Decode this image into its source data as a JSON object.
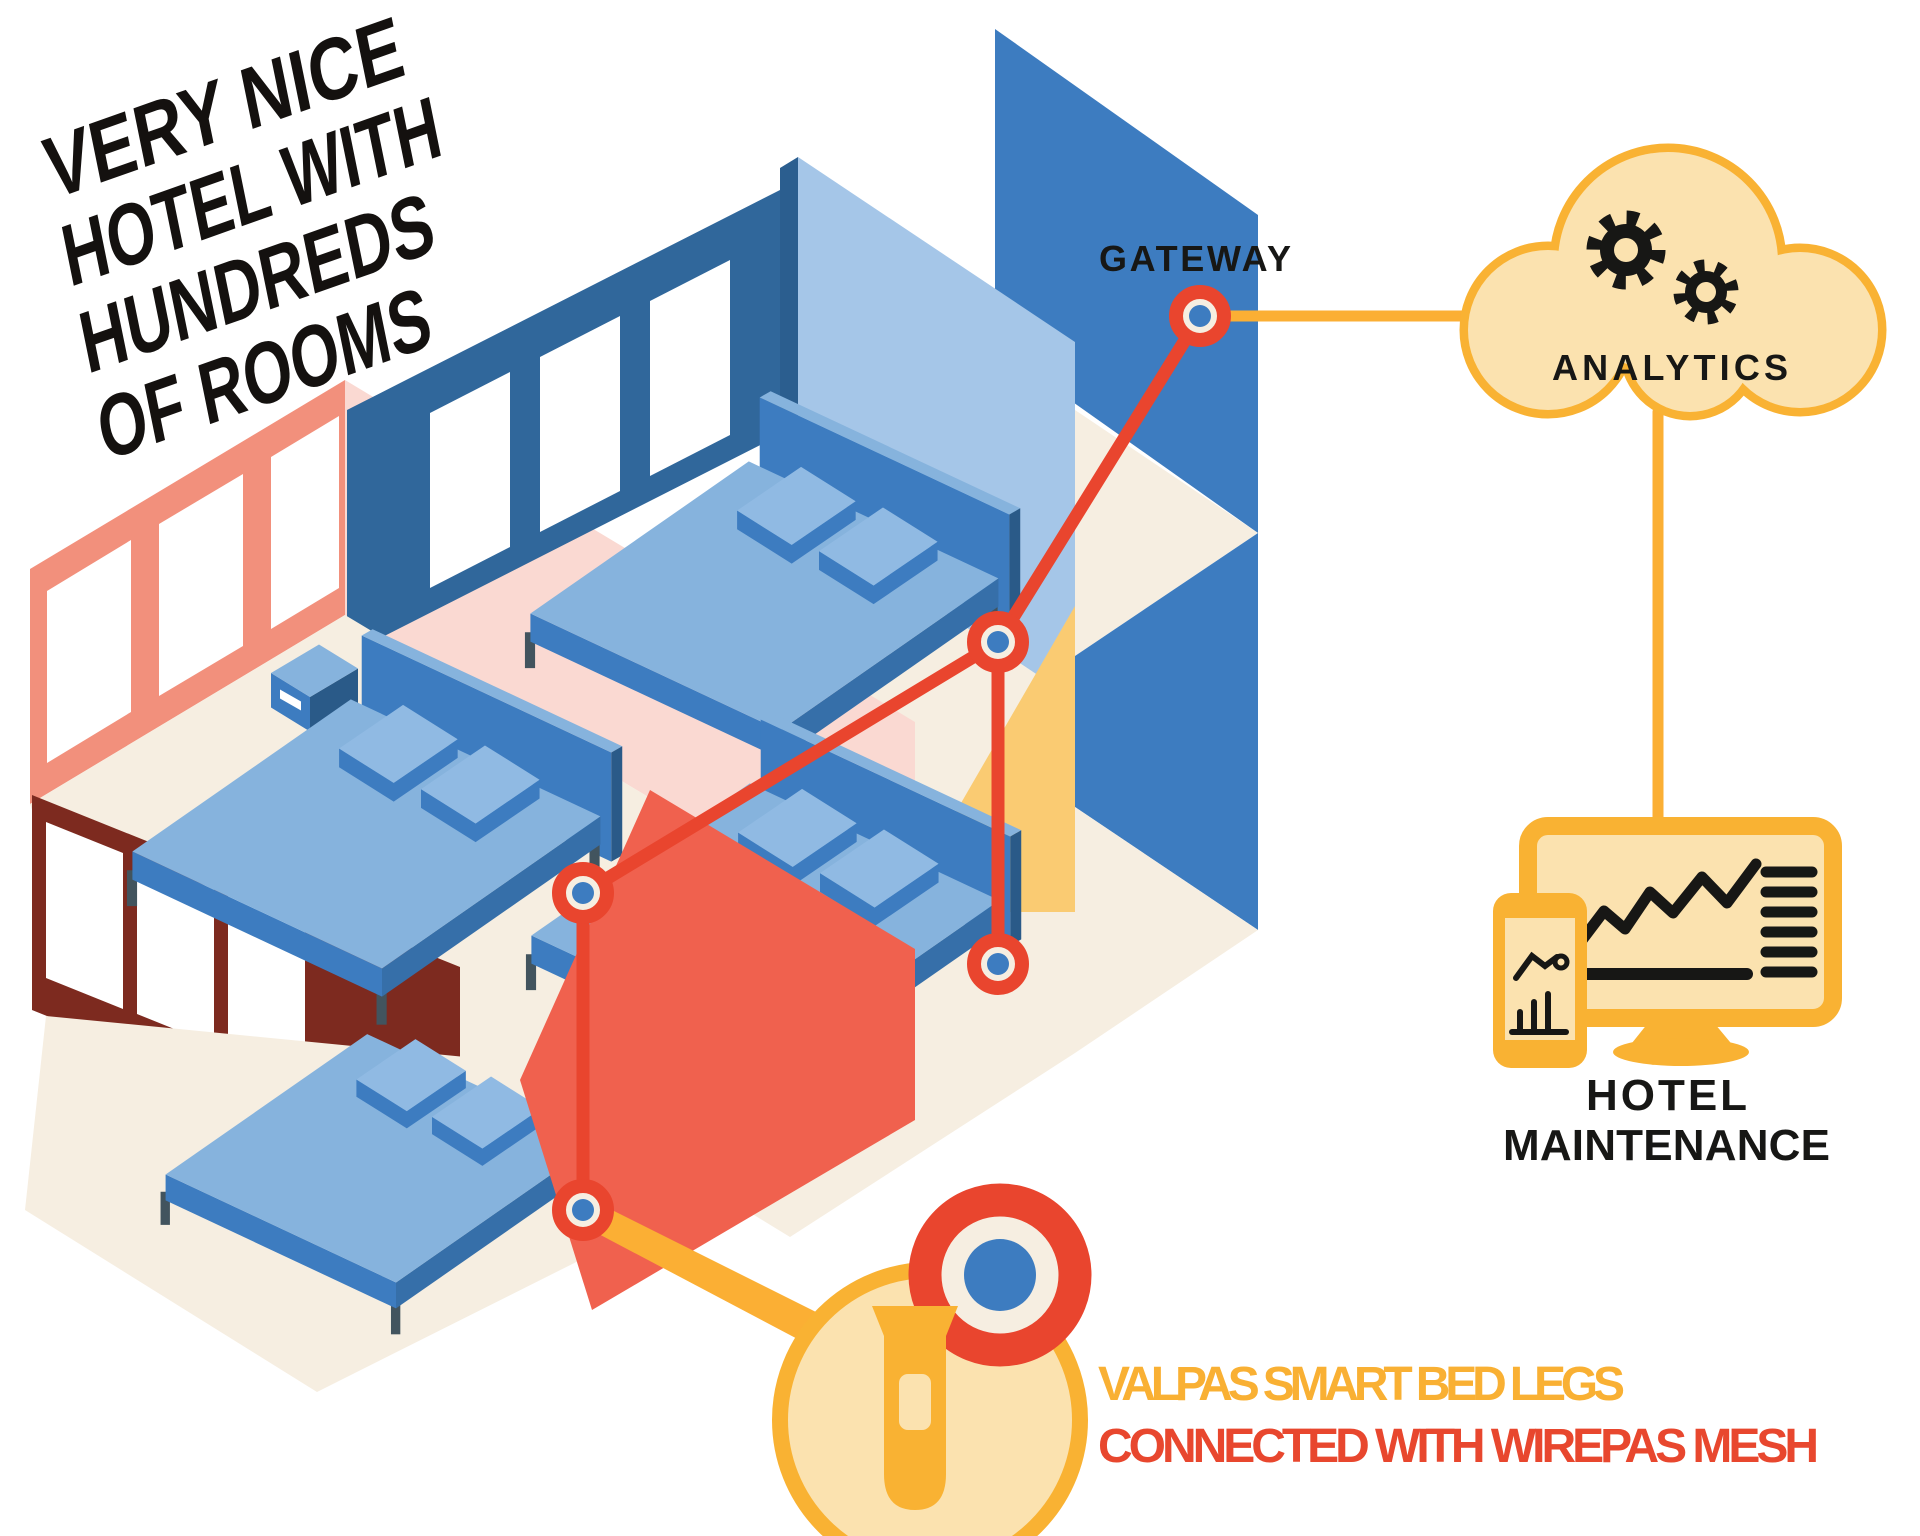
{
  "title": {
    "line1": "VERY NICE",
    "line2": "HOTEL WITH",
    "line3": "HUNDREDS",
    "line4": "OF ROOMS"
  },
  "network": {
    "gateway_label": "GATEWAY",
    "node_count": 5,
    "mesh_color": "#E9452E",
    "uplink_color": "#FBAF34"
  },
  "cloud": {
    "label": "ANALYTICS",
    "fill": "#FBE2AF",
    "border": "#F9B233",
    "icons": [
      "gear-icon",
      "gear-icon"
    ]
  },
  "maintenance": {
    "line1": "HOTEL",
    "line2": "MAINTENANCE",
    "icons": [
      "monitor-icon",
      "phone-icon",
      "line-chart-icon",
      "bar-chart-icon",
      "list-icon"
    ]
  },
  "callout": {
    "line1": "VALPAS SMART BED LEGS",
    "line2": "CONNECTED WITH WIREPAS MESH",
    "line1_color": "#F9B033",
    "line2_color": "#E8472E",
    "icons": [
      "magnifier-circle-icon",
      "smart-bed-leg-icon",
      "sensor-target-icon"
    ]
  },
  "palette": {
    "navy_wall": "#30679B",
    "medium_blue": "#3D7CC0",
    "light_blue_wall": "#A5C6E8",
    "mattress": "#86B3DD",
    "pillow": "#90BAE3",
    "cream": "#F6EEE1",
    "salmon_wall": "#F2907C",
    "pink_wall": "#FAD9D2",
    "red_wall": "#F0614E",
    "maroon_wall": "#7D2A1F",
    "yellow_wall": "#FACB72",
    "leg_dark": "#42545E",
    "text_black": "#171715"
  },
  "scene": {
    "rooms": 4,
    "beds": 4,
    "floors": 2,
    "description_parts": [
      "isometric hotel cutaway",
      "mesh network between smart bed legs",
      "gateway on wall",
      "cloud analytics",
      "maintenance dashboard"
    ]
  }
}
